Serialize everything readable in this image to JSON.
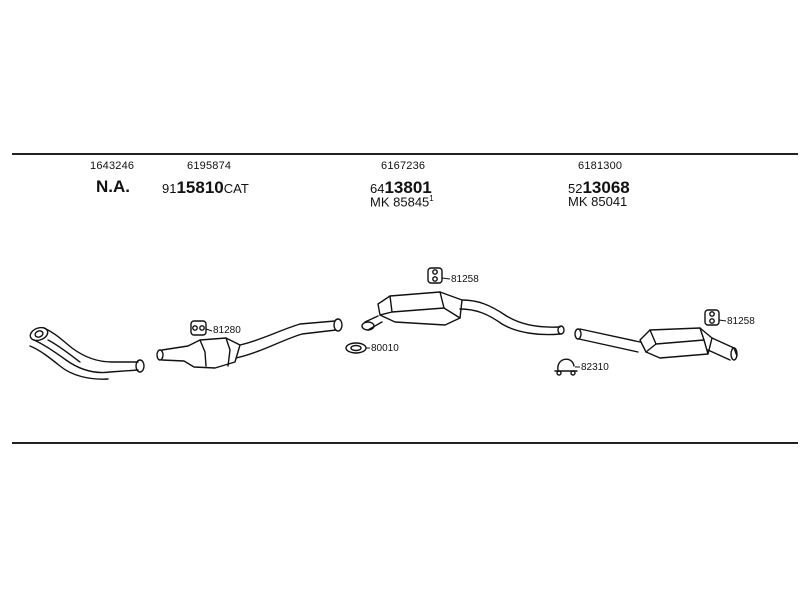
{
  "groups": [
    {
      "oe_number": "1643246",
      "part_label": "N.A."
    },
    {
      "oe_number": "6195874",
      "part_prefix": "91",
      "part_number": "15810",
      "part_suffix": "CAT"
    },
    {
      "oe_number": "6167236",
      "part_prefix": "64",
      "part_number": "13801",
      "mk_prefix": "MK",
      "mk_number": "85845",
      "mk_note": "1"
    },
    {
      "oe_number": "6181300",
      "part_prefix": "52",
      "part_number": "13068",
      "mk_prefix": "MK",
      "mk_number": "85041"
    }
  ],
  "callouts": {
    "hanger_cat": "81280",
    "gasket": "80010",
    "hanger_mid": "81258",
    "clamp": "82310",
    "hanger_rear": "81258"
  },
  "icons": [
    "front-pipe-icon",
    "catalytic-converter-icon",
    "center-silencer-icon",
    "rear-silencer-icon",
    "rubber-hanger-icon",
    "gasket-icon",
    "clamp-icon"
  ]
}
